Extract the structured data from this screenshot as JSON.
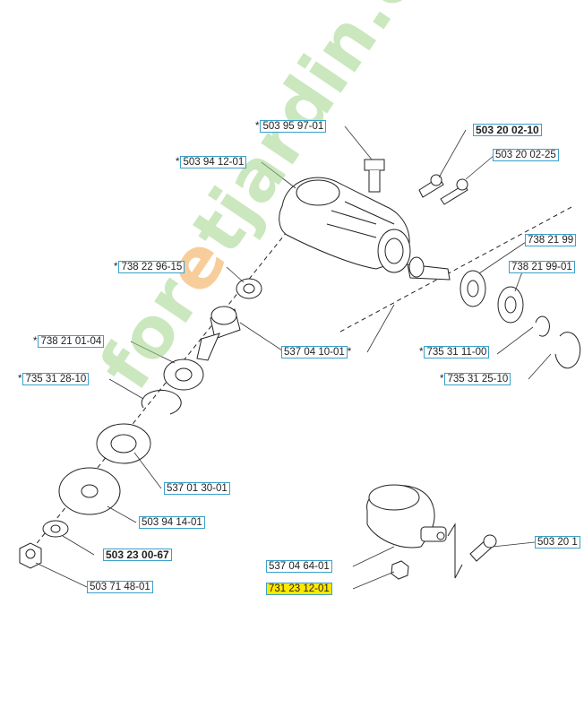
{
  "watermark": {
    "prefix": "for",
    "accent": "e",
    "suffix": "tjardin.com"
  },
  "labels": {
    "p_503_95_97_01": "503 95 97-01",
    "p_503_20_02_10": "503 20 02-10",
    "p_503_20_02_25": "503 20 02-25",
    "p_503_94_12_01": "503 94 12-01",
    "p_738_21_99": "738 21 99",
    "p_738_21_99_01": "738 21 99-01",
    "p_738_22_96_15": "738 22 96-15",
    "p_537_04_10_01": "537 04 10-01",
    "p_735_31_11_00": "735 31 11-00",
    "p_738_21_01_04": "738 21 01-04",
    "p_735_31_25_10": "735 31 25-10",
    "p_735_31_28_10": "735 31 28-10",
    "p_537_01_30_01": "537 01 30-01",
    "p_503_94_14_01": "503 94 14-01",
    "p_503_23_00_67": "503 23 00-67",
    "p_537_04_64_01": "537 04 64-01",
    "p_731_23_12_01": "731 23 12-01",
    "p_503_71_48_01": "503 71 48-01",
    "p_503_20_1x": "503 20 1"
  },
  "asterisk": "*",
  "colors": {
    "label_border": "#3aa0c8",
    "highlight": "#ffe800",
    "watermark_green": "#9fd48a",
    "watermark_orange": "#f2a54a"
  }
}
